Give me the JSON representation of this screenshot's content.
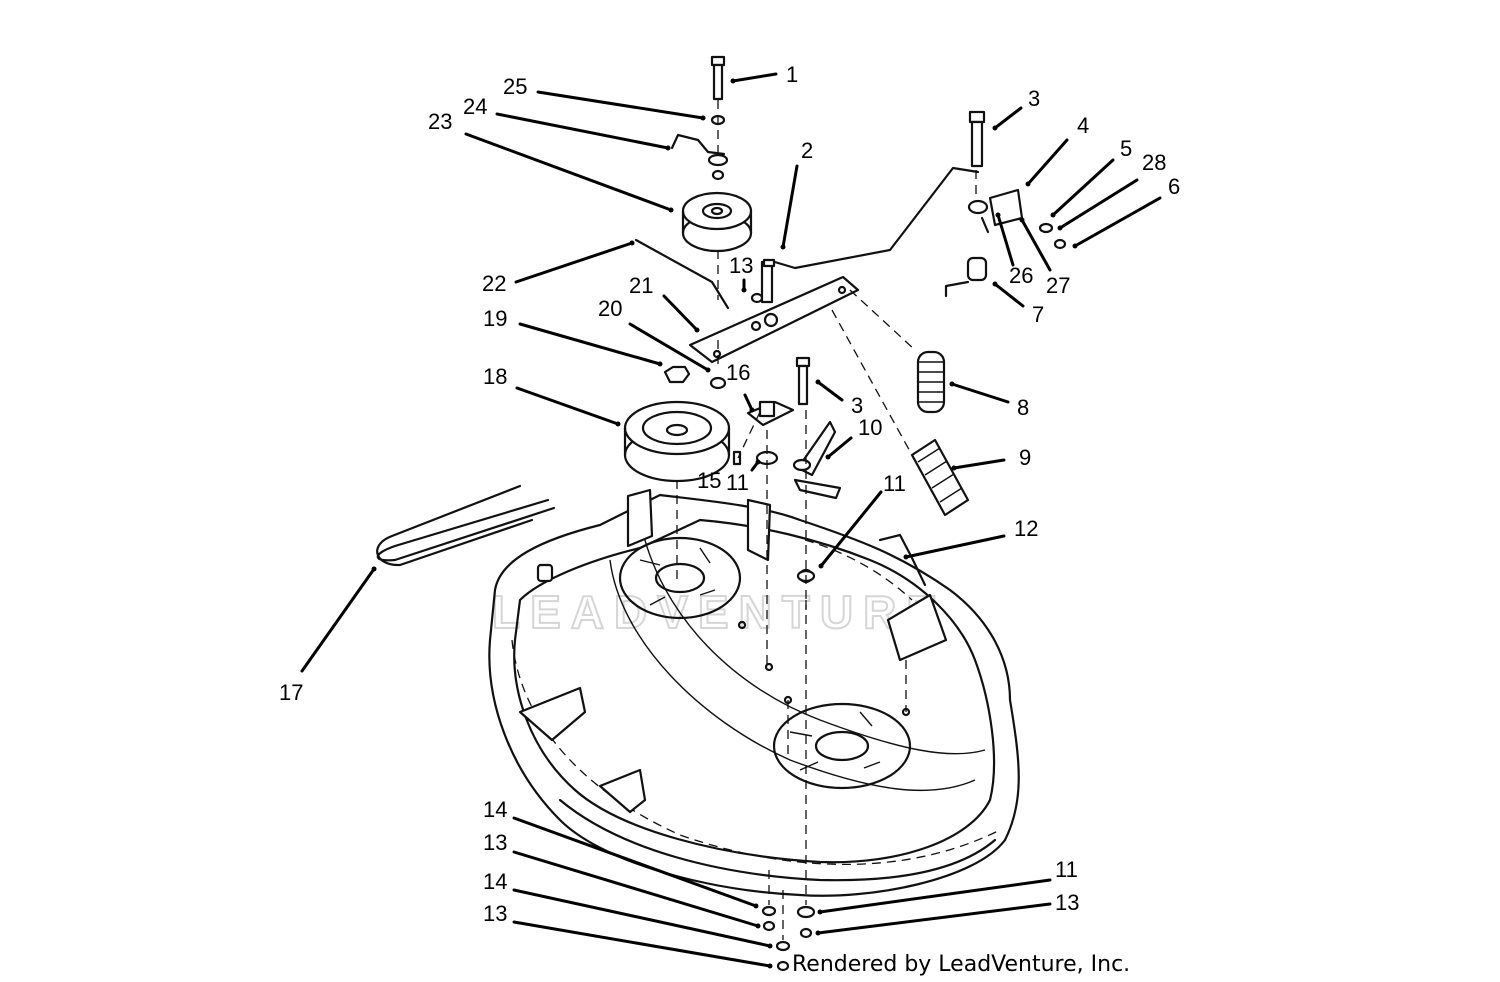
{
  "watermark": "LEADVENTURE",
  "credit": "Rendered by LeadVenture, Inc.",
  "callouts": [
    "1",
    "2",
    "3",
    "4",
    "5",
    "28",
    "6",
    "25",
    "24",
    "23",
    "22",
    "13",
    "21",
    "20",
    "19",
    "18",
    "16",
    "3",
    "10",
    "15",
    "11",
    "26",
    "27",
    "7",
    "8",
    "9",
    "11",
    "12",
    "17",
    "14",
    "13",
    "14",
    "13",
    "11",
    "13"
  ]
}
